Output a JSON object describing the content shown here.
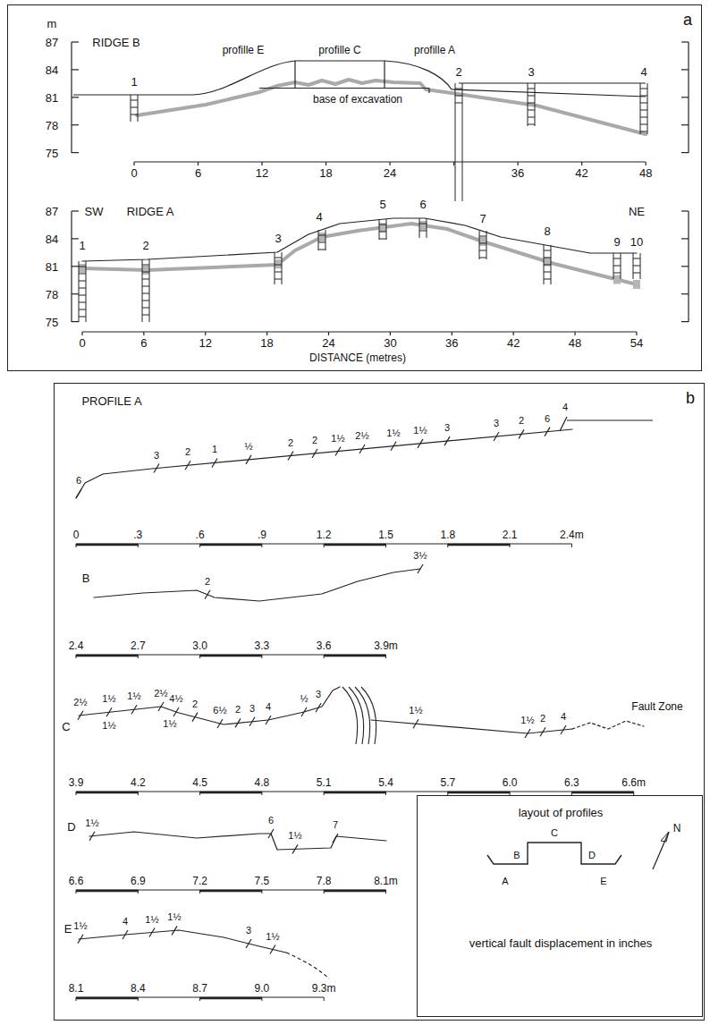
{
  "diagram": {
    "nodes": [
      {
        "text": [
          "a"
        ]
      },
      {
        "text": [
          "b"
        ]
      },
      {
        "text": [
          "layout of profiles",
          "vertical fault displacement in inches"
        ],
        "in": 1
      }
    ],
    "labels": [
      "m",
      "87",
      "84",
      "81",
      "78",
      "75",
      "RIDGE B",
      "profille E",
      "profille C",
      "profille A",
      "base of excavation",
      "1",
      "2",
      "3",
      "4",
      "0",
      "6",
      "12",
      "18",
      "24",
      "36",
      "42",
      "48",
      "87",
      "84",
      "81",
      "78",
      "75",
      "SW",
      "RIDGE A",
      "NE",
      "1",
      "2",
      "3",
      "4",
      "5",
      "6",
      "7",
      "8",
      "9",
      "10",
      "0",
      "6",
      "12",
      "18",
      "24",
      "30",
      "36",
      "42",
      "48",
      "54",
      "DISTANCE (metres)",
      "PROFILE A",
      "6",
      "3",
      "2",
      "1",
      "½",
      "2",
      "2",
      "1½",
      "2½",
      "1½",
      "1½",
      "3",
      "3",
      "2",
      "6",
      "4",
      "0",
      ".3",
      ".6",
      ".9",
      "1.2",
      "1.5",
      "1.8",
      "2.1",
      "2.4m",
      "B",
      "2",
      "3½",
      "2.4",
      "2.7",
      "3.0",
      "3.3",
      "3.6",
      "3.9m",
      "C",
      "2½",
      "1½",
      "1½",
      "2½",
      "4½",
      "2",
      "6½",
      "2",
      "3",
      "4",
      "½",
      "3",
      "1½",
      "1½",
      "1½",
      "1½",
      "2",
      "4",
      "Fault Zone",
      "3.9",
      "4.2",
      "4.5",
      "4.8",
      "5.1",
      "5.4",
      "5.7",
      "6.0",
      "6.3",
      "6.6m",
      "D",
      "1½",
      "6",
      "1½",
      "7",
      "6.6",
      "6.9",
      "7.2",
      "7.5",
      "7.8",
      "8.1m",
      "E",
      "1½",
      "4",
      "1½",
      "1½",
      "3",
      "1½",
      "8.1",
      "8.4",
      "8.7",
      "9.0",
      "9.3m",
      "A",
      "B",
      "C",
      "D",
      "E",
      "N"
    ]
  }
}
